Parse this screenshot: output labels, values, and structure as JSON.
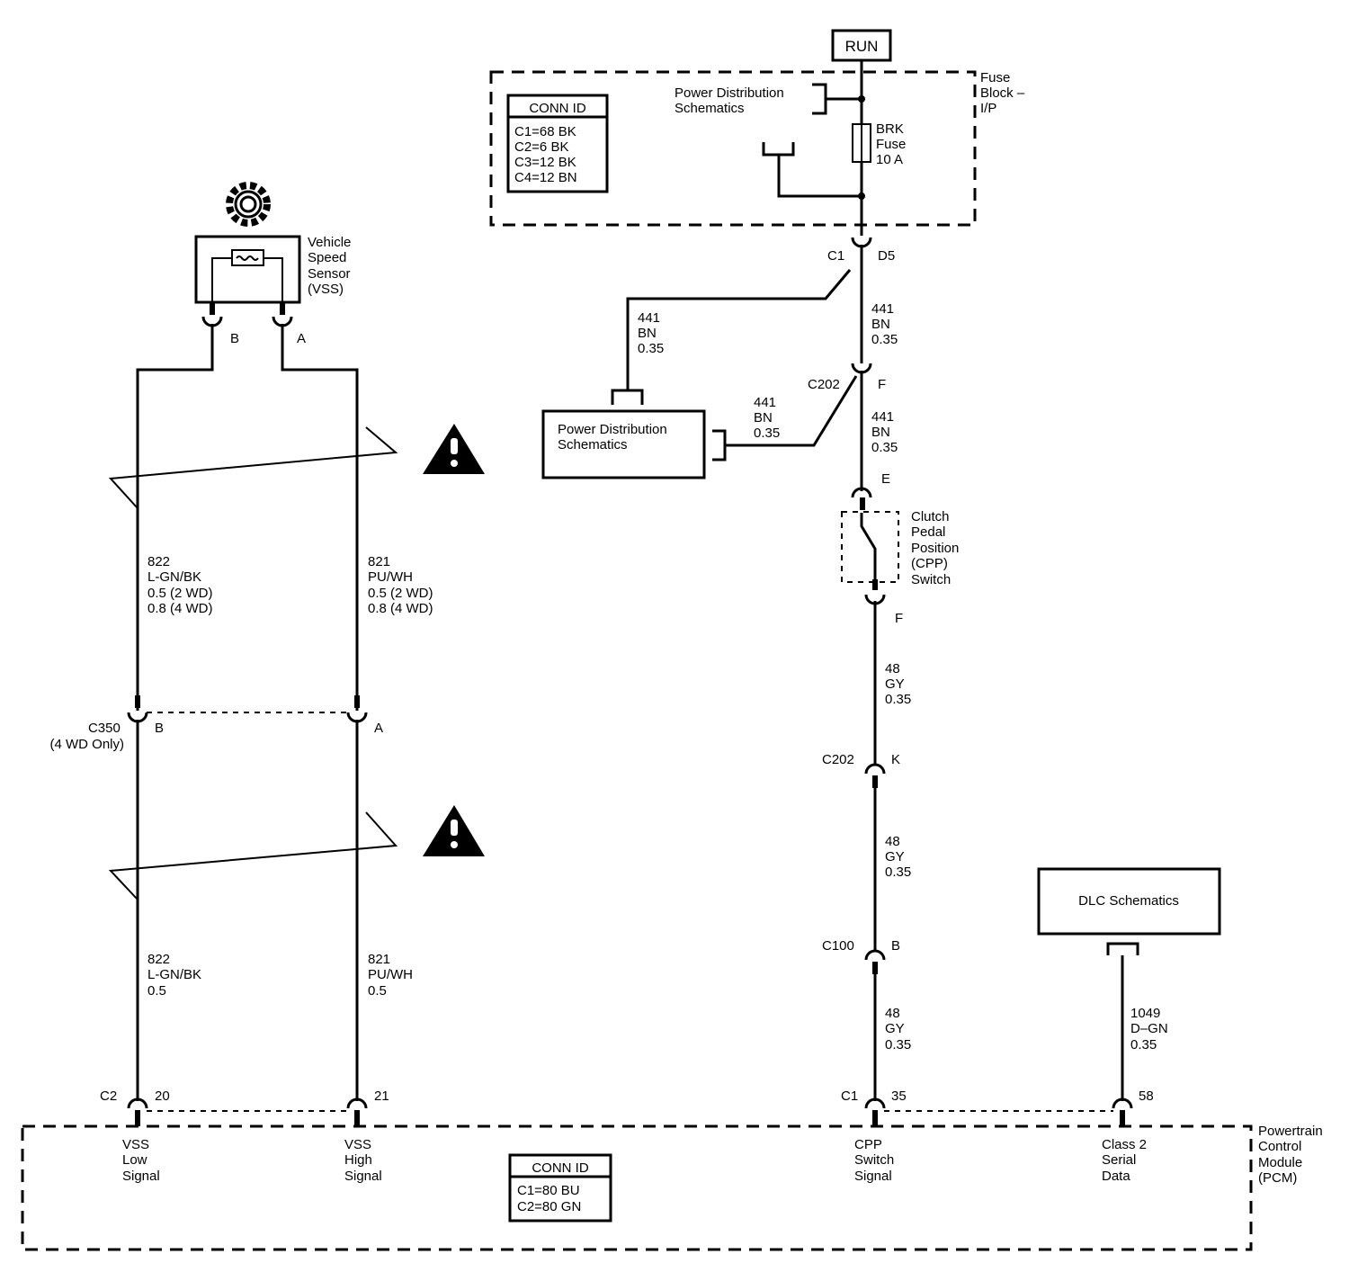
{
  "run_label": "RUN",
  "fuse_block": {
    "label": [
      "Fuse",
      "Block –",
      "I/P"
    ],
    "conn_id": {
      "title": "CONN ID",
      "rows": [
        "C1=68 BK",
        "C2=6 BK",
        "C3=12 BK",
        "C4=12 BN"
      ]
    },
    "power_dist_ref": [
      "Power Distribution",
      "Schematics"
    ],
    "fuse": [
      "BRK",
      "Fuse",
      "10 A"
    ]
  },
  "vss": {
    "label": [
      "Vehicle",
      "Speed",
      "Sensor",
      "(VSS)"
    ],
    "pin_b": "B",
    "pin_a": "A"
  },
  "wires": {
    "w822_top": [
      "822",
      "L-GN/BK",
      "0.5 (2 WD)",
      "0.8 (4 WD)"
    ],
    "w821_top": [
      "821",
      "PU/WH",
      "0.5 (2 WD)",
      "0.8 (4 WD)"
    ],
    "w822_bot": [
      "822",
      "L-GN/BK",
      "0.5"
    ],
    "w821_bot": [
      "821",
      "PU/WH",
      "0.5"
    ],
    "w441_left": [
      "441",
      "BN",
      "0.35"
    ],
    "w441_mid": [
      "441",
      "BN",
      "0.35"
    ],
    "w441_right_top": [
      "441",
      "BN",
      "0.35"
    ],
    "w441_right_bot": [
      "441",
      "BN",
      "0.35"
    ],
    "w48_a": [
      "48",
      "GY",
      "0.35"
    ],
    "w48_b": [
      "48",
      "GY",
      "0.35"
    ],
    "w48_c": [
      "48",
      "GY",
      "0.35"
    ],
    "w1049": [
      "1049",
      "D–GN",
      "0.35"
    ]
  },
  "connectors": {
    "c1_top": {
      "name": "C1",
      "pin": "D5"
    },
    "c202_top": {
      "name": "C202",
      "pin": "F"
    },
    "cpp_top_pin": "E",
    "cpp_bot_pin": "F",
    "c350": {
      "name": [
        "C350",
        "(4 WD Only)"
      ],
      "pin_b": "B",
      "pin_a": "A"
    },
    "c202_k": {
      "name": "C202",
      "pin": "K"
    },
    "c100": {
      "name": "C100",
      "pin": "B"
    },
    "pcm_c2": {
      "name": "C2",
      "pin_20": "20",
      "pin_21": "21"
    },
    "pcm_c1": {
      "name": "C1",
      "pin_35": "35",
      "pin_58": "58"
    }
  },
  "power_dist_box": [
    "Power Distribution",
    "Schematics"
  ],
  "cpp_switch": [
    "Clutch",
    "Pedal",
    "Position",
    "(CPP)",
    "Switch"
  ],
  "dlc_box": "DLC Schematics",
  "pcm": {
    "label": [
      "Powertrain",
      "Control",
      "Module",
      "(PCM)"
    ],
    "conn_id": {
      "title": "CONN ID",
      "rows": [
        "C1=80 BU",
        "C2=80 GN"
      ]
    },
    "sig_vss_low": [
      "VSS",
      "Low",
      "Signal"
    ],
    "sig_vss_high": [
      "VSS",
      "High",
      "Signal"
    ],
    "sig_cpp": [
      "CPP",
      "Switch",
      "Signal"
    ],
    "sig_class2": [
      "Class 2",
      "Serial",
      "Data"
    ]
  },
  "icons": [
    "gear-icon",
    "caution-icon",
    "caution-icon"
  ]
}
